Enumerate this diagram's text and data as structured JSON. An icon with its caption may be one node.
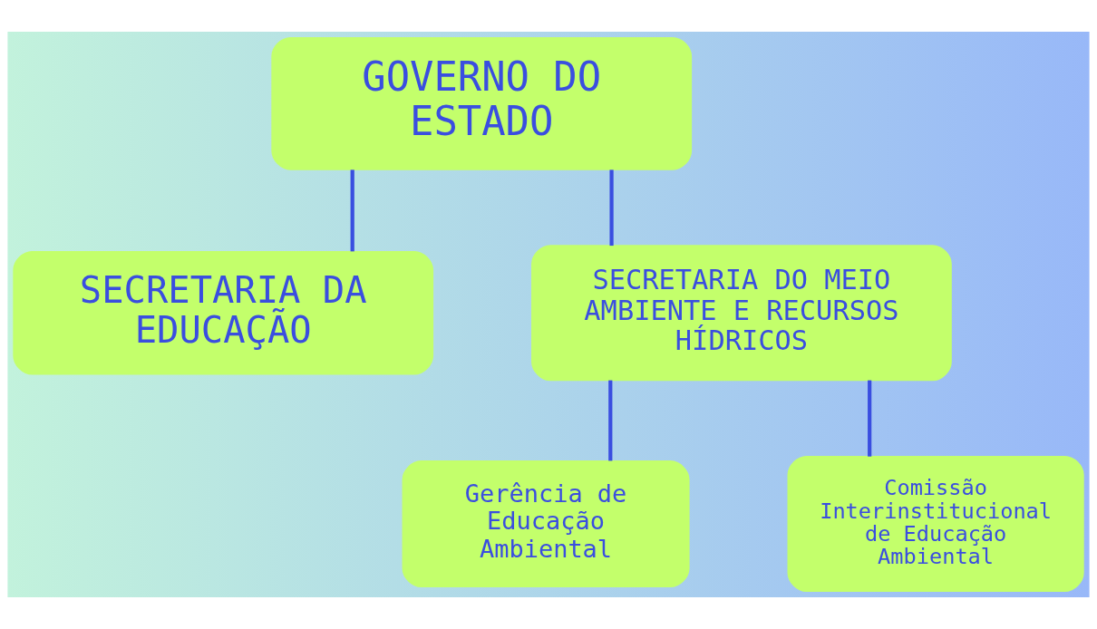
{
  "diagram": {
    "nodes": [
      {
        "text": [
          "GOVERNO DO ESTADO"
        ]
      },
      {
        "text": [
          "SECRETARIA DA EDUCAÇÃO"
        ]
      },
      {
        "text": [
          "SECRETARIA DO MEIO AMBIENTE E RECURSOS HÍDRICOS"
        ]
      },
      {
        "text": [
          "Gerência de Educação Ambiental"
        ]
      },
      {
        "text": [
          "Comissão Interinstitucional de Educação Ambiental"
        ]
      }
    ],
    "edges": [
      {
        "from": 0,
        "to": 1,
        "arrow": "none"
      },
      {
        "from": 0,
        "to": 2,
        "arrow": "none"
      },
      {
        "from": 2,
        "to": 3,
        "arrow": "none"
      },
      {
        "from": 2,
        "to": 4,
        "arrow": "none"
      }
    ]
  }
}
